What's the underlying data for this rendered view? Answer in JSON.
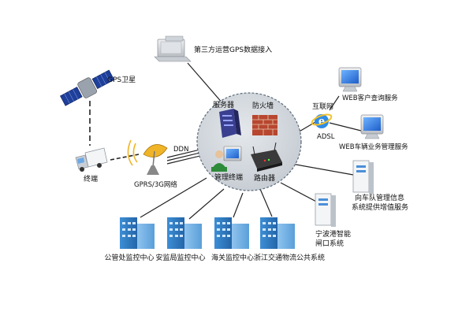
{
  "nodes": {
    "third_party": "第三方运营GPS数据接入",
    "gps_satellite": "GPS卫星",
    "terminal": "终端",
    "gprs": "GPRS/3G网络",
    "ddn": "DDN",
    "server": "服务器",
    "firewall": "防火墙",
    "management_terminal": "管理终端",
    "router": "路由器",
    "internet": "互联网",
    "adsl": "ADSL",
    "web_customer": "WEB客户查询服务",
    "web_vehicle": "WEB车辆业务管理服务",
    "fleet_info_line1": "向车队管理信息",
    "fleet_info_line2": "系统提供增值服务",
    "ningbo_line1": "宁波港智能",
    "ningbo_line2": "闸口系统",
    "public_mgmt": "公管处监控中心",
    "security_bureau": "安监局监控中心",
    "customs": "海关监控中心",
    "zhejiang_logistics": "浙江交通物流公共系统"
  },
  "colors": {
    "hub_fill": "#d3d8de",
    "hub_border": "#5a6a7a",
    "building": "#2d7ec7",
    "firewall": "#b8462f",
    "link": "#222222"
  }
}
